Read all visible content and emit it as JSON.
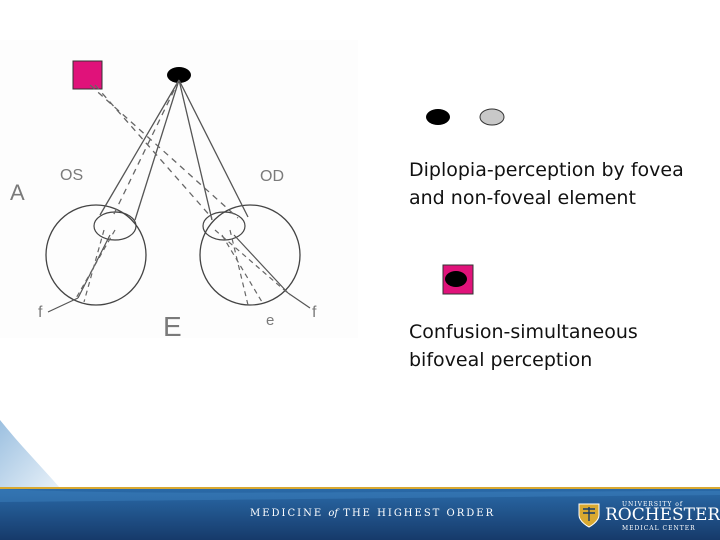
{
  "diagram": {
    "label_A": "A",
    "label_OS": "OS",
    "label_OD": "OD",
    "label_f_left": "f",
    "label_f_right": "f",
    "label_e": "e",
    "label_E": "E",
    "colors": {
      "magenta": "#e0127a",
      "black": "#000000",
      "gray": "#c8c8c8",
      "line": "#555555"
    }
  },
  "legend": {
    "diplopia_lines": [
      "Diplopia-perception by fovea",
      "and non-foveal element"
    ],
    "confusion_lines": [
      "Confusion-simultaneous",
      "bifoveal perception"
    ]
  },
  "footer": {
    "motto_part1": "Medicine",
    "motto_of": "of",
    "motto_part2": "the Highest Order",
    "logo_university": "UNIVERSITY of",
    "logo_name": "ROCHESTER",
    "logo_sub": "MEDICAL CENTER",
    "colors": {
      "band": "#1f4f8a",
      "band_dark": "#163a6a",
      "gold": "#d9a931"
    }
  }
}
